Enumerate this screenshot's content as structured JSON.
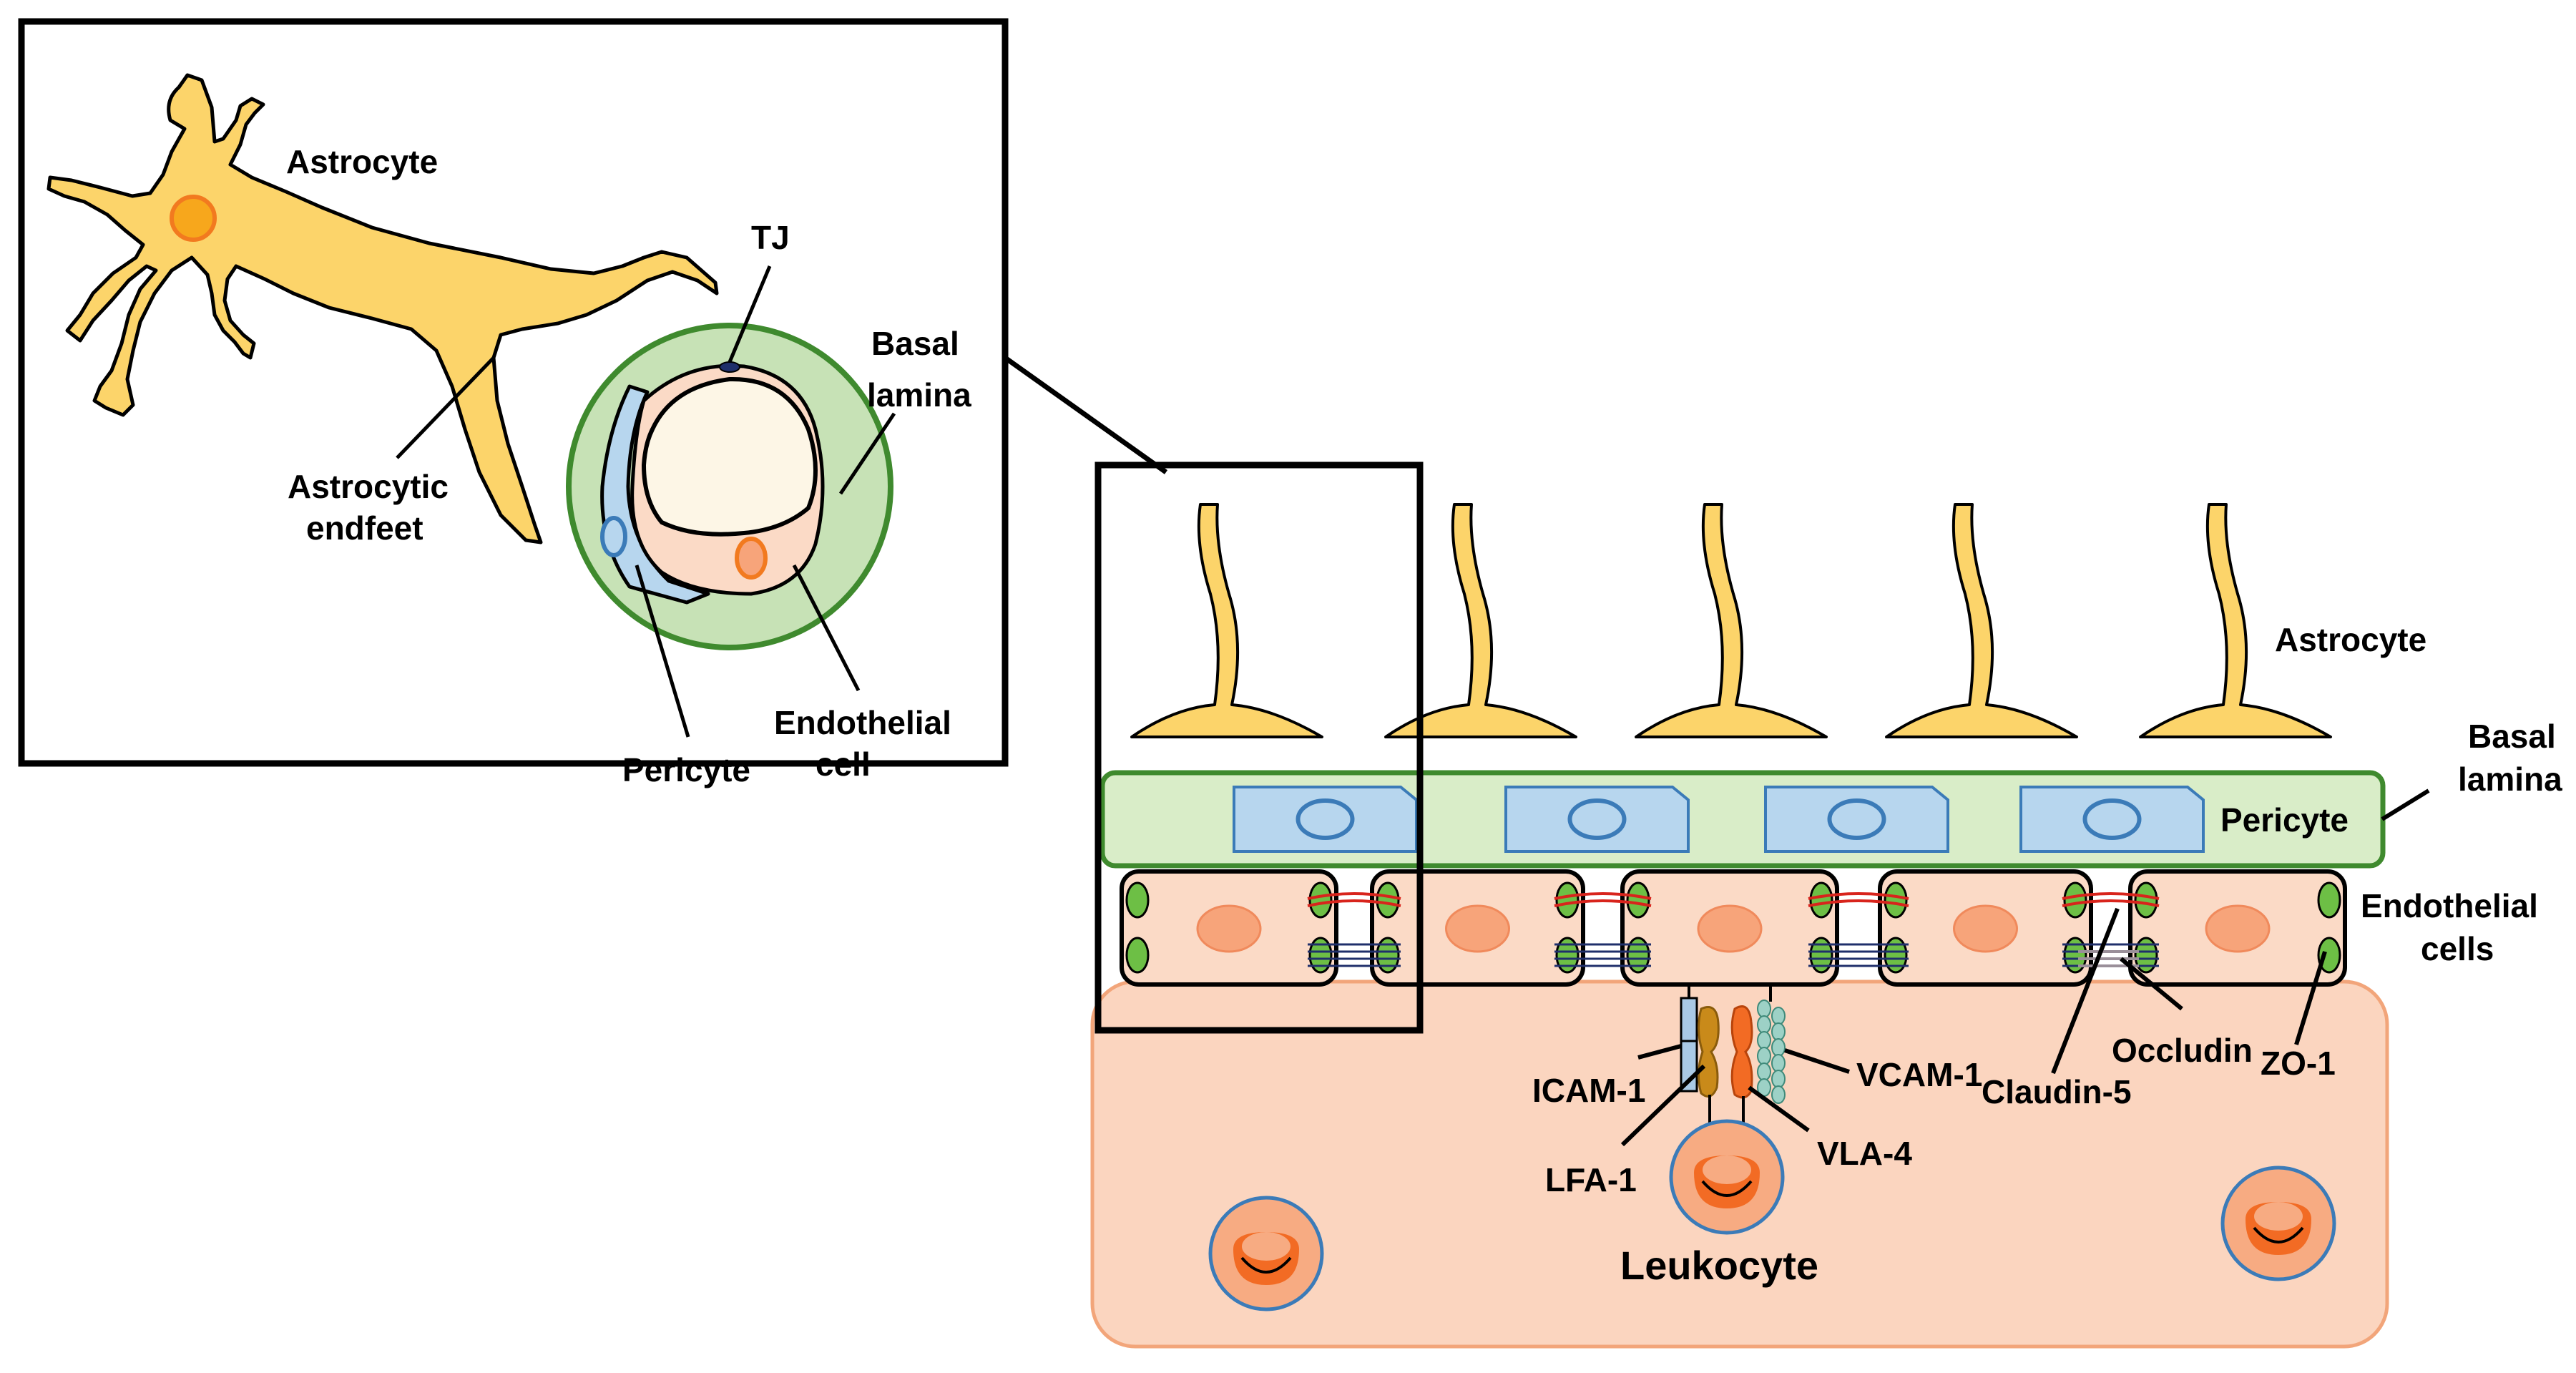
{
  "colors": {
    "astrocyte_fill": "#fcd46a",
    "astrocyte_stroke": "#000000",
    "astro_nucleus": "#f7a71c",
    "astro_nucleus_ring": "#f27a1f",
    "basal_lamina_fill": "#c7e2b6",
    "basal_lamina_stroke": "#3f8a2e",
    "pericyte_fill": "#b7d6ee",
    "pericyte_stroke": "#3b7bb8",
    "endothelial_fill": "#fbdac6",
    "endothelial_nucleus": "#f7a47a",
    "lumen_fill": "#fdf6e6",
    "zo1_fill": "#6dbf45",
    "leukocyte_bg": "#fbd5bf",
    "leukocyte_bg_stroke": "#f2a57a",
    "leukocyte_ring": "#3b7bb8",
    "leukocyte_core": "#f26b24",
    "claudin_red": "#d8241c",
    "occludin_navy": "#1f2f6b",
    "icam_blue": "#a9c9e6",
    "lfa_gold": "#c98a1a",
    "vla_orange": "#f26b24",
    "vcam_teal": "#9dd1c6"
  },
  "inset": {
    "label_astrocyte": "Astrocyte",
    "label_tj": "TJ",
    "label_basal_1": "Basal",
    "label_basal_2": "lamina",
    "label_endfeet_1": "Astrocytic",
    "label_endfeet_2": "endfeet",
    "label_endothelial_1": "Endothelial",
    "label_endothelial_2": "cell",
    "label_pericyte": "Pericyte"
  },
  "main": {
    "label_astrocyte": "Astrocyte",
    "label_basal_1": "Basal",
    "label_basal_2": "lamina",
    "label_pericyte": "Pericyte",
    "label_endothelial_1": "Endothelial",
    "label_endothelial_2": "cells",
    "label_icam": "ICAM-1",
    "label_lfa": "LFA-1",
    "label_vcam": "VCAM-1",
    "label_vla": "VLA-4",
    "label_claudin": "Claudin-5",
    "label_occludin": "Occludin",
    "label_zo1": "ZO-1",
    "label_leukocyte": "Leukocyte"
  }
}
